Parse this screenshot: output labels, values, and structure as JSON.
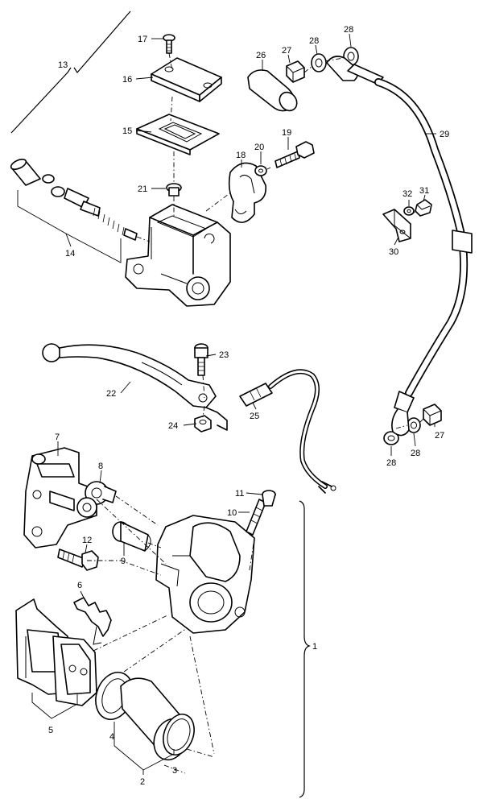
{
  "callouts": {
    "c1": "1",
    "c2": "2",
    "c3": "3",
    "c4": "4",
    "c5": "5",
    "c6": "6",
    "c7": "7",
    "c8": "8",
    "c9": "9",
    "c10": "10",
    "c11": "11",
    "c12": "12",
    "c13": "13",
    "c14": "14",
    "c15": "15",
    "c16": "16",
    "c17": "17",
    "c18": "18",
    "c19": "19",
    "c20": "20",
    "c21": "21",
    "c22": "22",
    "c23": "23",
    "c24": "24",
    "c25": "25",
    "c26": "26",
    "c27a": "27",
    "c27b": "27",
    "c28a": "28",
    "c28b": "28",
    "c28c": "28",
    "c28d": "28",
    "c29": "29",
    "c30": "30",
    "c31": "31",
    "c32": "32"
  }
}
